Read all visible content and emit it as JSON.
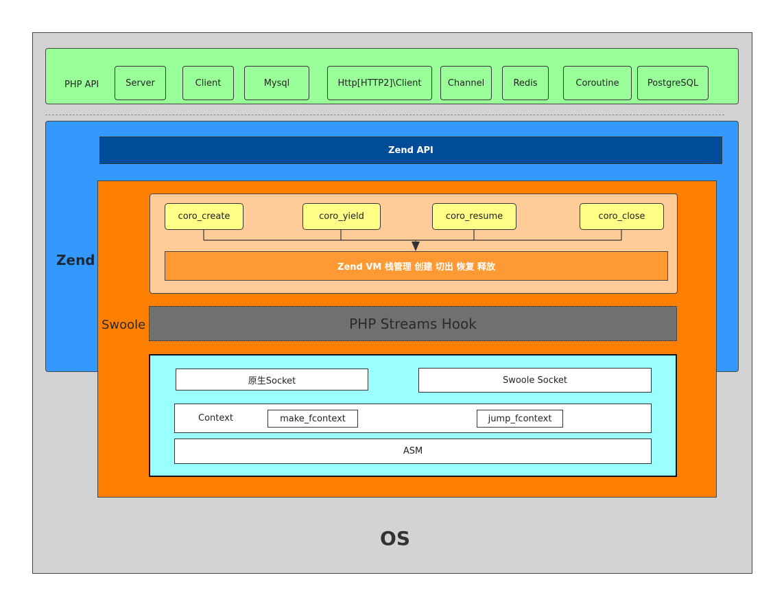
{
  "os": {
    "label": "OS"
  },
  "php_api": {
    "label": "PHP API",
    "items": [
      "Server",
      "Client",
      "Mysql",
      "Http[HTTP2]\\Client",
      "Channel",
      "Redis",
      "Coroutine",
      "PostgreSQL"
    ]
  },
  "zend": {
    "label": "Zend",
    "api_label": "Zend API"
  },
  "swoole": {
    "label": "Swoole",
    "coro_functions": [
      "coro_create",
      "coro_yield",
      "coro_resume",
      "coro_close"
    ],
    "vm_label": "Zend VM 栈管理 创建 切出 恢复  释放",
    "streams_hook_label": "PHP Streams Hook",
    "native_socket_label": "原生Socket",
    "swoole_socket_label": "Swoole Socket",
    "context_label": "Context",
    "make_fcontext_label": "make_fcontext",
    "jump_fcontext_label": "jump_fcontext",
    "asm_label": "ASM"
  },
  "colors": {
    "os_bg": "#d3d3d3",
    "php_api_bg": "#99ff99",
    "zend_bg": "#3399ff",
    "zend_api_bg": "#004c99",
    "swoole_bg": "#ff8000",
    "coroutine_panel_bg": "#ffcc99",
    "coro_fn_bg": "#ffff88",
    "vm_bar_bg": "#ff9933",
    "streams_hook_bg": "#707070",
    "socket_panel_bg": "#99ffff"
  }
}
